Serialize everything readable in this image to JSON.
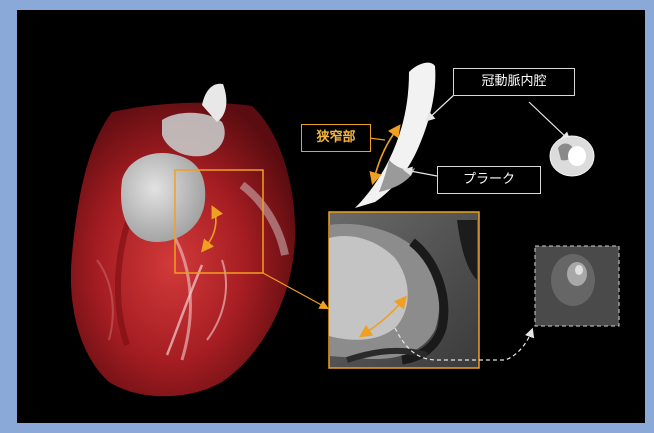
{
  "labels": {
    "coronary_lumen": "冠動脈内腔",
    "stenosis": "狭窄部",
    "plaque": "プラーク"
  },
  "colors": {
    "frame": "#8aa9d9",
    "panel": "#000000",
    "accent_orange": "#f0a020",
    "heart_red": "#b8262a",
    "label_border": "#d8d8d8"
  },
  "icons": [
    "heart-3d-render-image",
    "vessel-cross-section-icon",
    "ct-zoom-image",
    "ct-small-crop-image"
  ]
}
